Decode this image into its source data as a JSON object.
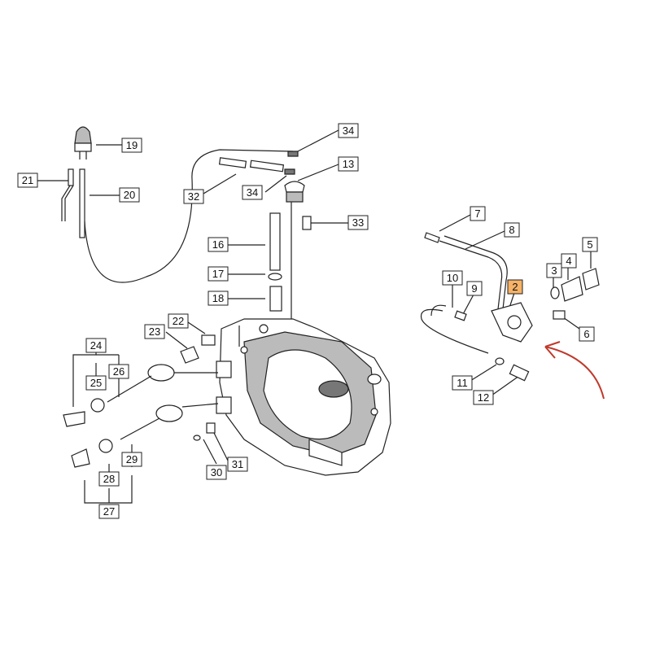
{
  "callouts": [
    {
      "id": "c19",
      "label": "19"
    },
    {
      "id": "c21",
      "label": "21"
    },
    {
      "id": "c20",
      "label": "20"
    },
    {
      "id": "c34a",
      "label": "34"
    },
    {
      "id": "c13",
      "label": "13"
    },
    {
      "id": "c32",
      "label": "32"
    },
    {
      "id": "c34b",
      "label": "34"
    },
    {
      "id": "c33",
      "label": "33"
    },
    {
      "id": "c16",
      "label": "16"
    },
    {
      "id": "c17",
      "label": "17"
    },
    {
      "id": "c18",
      "label": "18"
    },
    {
      "id": "c22",
      "label": "22"
    },
    {
      "id": "c23",
      "label": "23"
    },
    {
      "id": "c24",
      "label": "24"
    },
    {
      "id": "c25",
      "label": "25"
    },
    {
      "id": "c26",
      "label": "26"
    },
    {
      "id": "c29",
      "label": "29"
    },
    {
      "id": "c28",
      "label": "28"
    },
    {
      "id": "c27",
      "label": "27"
    },
    {
      "id": "c30",
      "label": "30"
    },
    {
      "id": "c31",
      "label": "31"
    },
    {
      "id": "c7",
      "label": "7"
    },
    {
      "id": "c8",
      "label": "8"
    },
    {
      "id": "c5",
      "label": "5"
    },
    {
      "id": "c4",
      "label": "4"
    },
    {
      "id": "c3",
      "label": "3"
    },
    {
      "id": "c10",
      "label": "10"
    },
    {
      "id": "c9",
      "label": "9"
    },
    {
      "id": "c2",
      "label": "2",
      "highlight": true
    },
    {
      "id": "c6",
      "label": "6"
    },
    {
      "id": "c11",
      "label": "11"
    },
    {
      "id": "c12",
      "label": "12"
    }
  ],
  "colors": {
    "highlight": "#f7b267",
    "arrow": "#c0392b",
    "ink": "#222222"
  }
}
